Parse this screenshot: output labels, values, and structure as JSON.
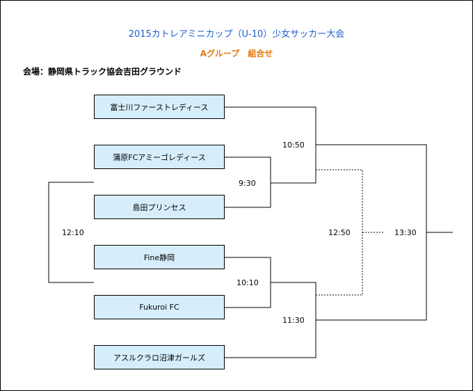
{
  "header": {
    "title": "2015カトレアミニカップ（U-10）少女サッカー大会",
    "subtitle": "Aグループ　組合せ",
    "venue": "会場：静岡県トラック協会吉田グラウンド"
  },
  "teams": [
    "富士川ファーストレディース",
    "蒲原FCアミーゴレディース",
    "島田プリンセス",
    "Fine静岡",
    "Fukuroi FC",
    "アスルクラロ沼津ガールズ"
  ],
  "times": {
    "m1": "10:50",
    "m2": "9:30",
    "m3": "12:10",
    "m4": "10:10",
    "m5": "11:30",
    "m6": "12:50",
    "final": "13:30"
  }
}
